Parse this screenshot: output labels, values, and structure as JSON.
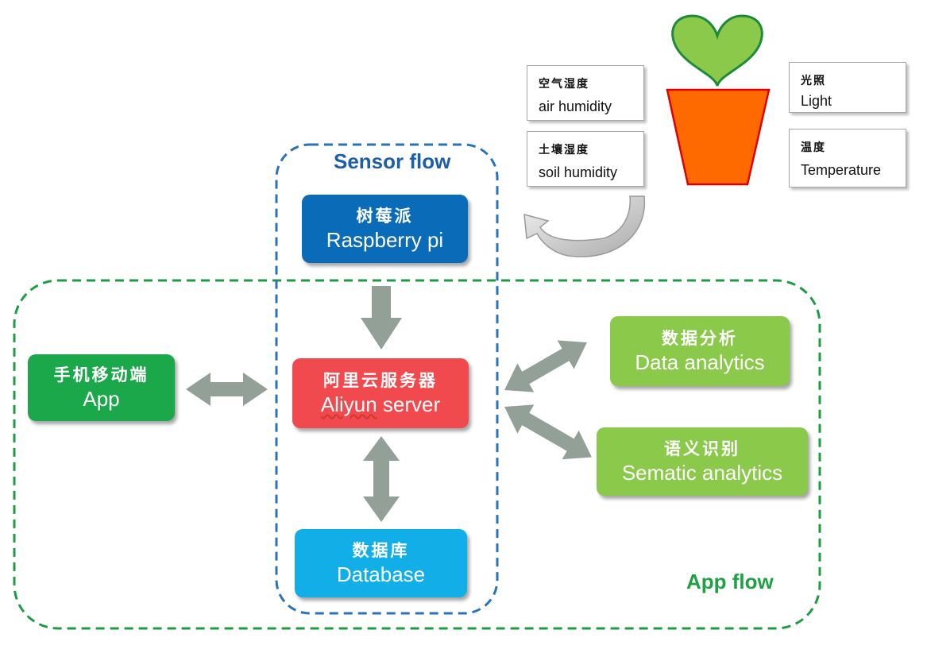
{
  "flows": {
    "sensor_flow": "Sensor flow",
    "app_flow": "App flow"
  },
  "nodes": {
    "raspberry": {
      "zh": "树莓派",
      "en": "Raspberry pi",
      "color": "#0a6cb8"
    },
    "aliyun": {
      "zh": "阿里云服务器",
      "en": "Aliyun server",
      "color": "#f0494e"
    },
    "database": {
      "zh": "数据库",
      "en": "Database",
      "color": "#12aee8"
    },
    "app": {
      "zh": "手机移动端",
      "en": "App",
      "color": "#1ba84a"
    },
    "data_analytics": {
      "zh": "数据分析",
      "en": "Data analytics",
      "color": "#8bc94a"
    },
    "sematic_analytics": {
      "zh": "语义识别",
      "en": "Sematic analytics",
      "color": "#8bc94a"
    }
  },
  "sensors": {
    "air_humidity": {
      "zh": "空气湿度",
      "en": "air humidity"
    },
    "soil_humidity": {
      "zh": "土壤湿度",
      "en": "soil humidity"
    },
    "light": {
      "zh": "光照",
      "en": "Light"
    },
    "temperature": {
      "zh": "温度",
      "en": "Temperature"
    }
  },
  "colors": {
    "sensor_flow_border": "#2a73b7",
    "app_flow_border": "#1e9c45",
    "sensor_flow_title": "#1d5ea8",
    "app_flow_title": "#1ea043",
    "arrow": "#93a097",
    "pot": "#ff6a00",
    "pot_outline": "#e00000",
    "leaf": "#8bc94a",
    "leaf_outline": "#1f8a3a"
  }
}
